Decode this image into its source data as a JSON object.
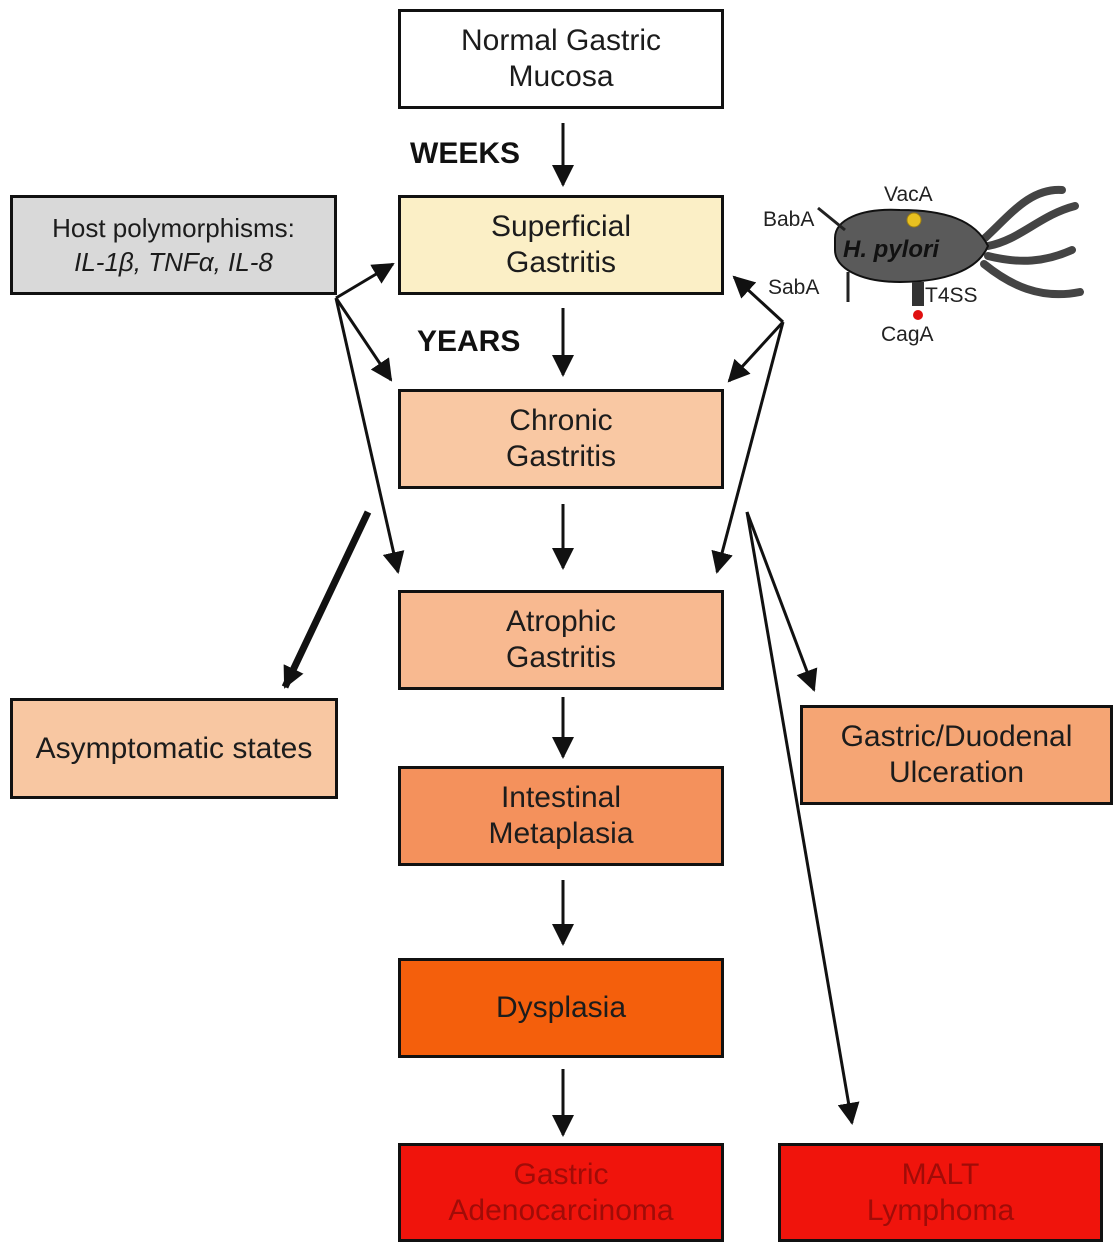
{
  "colors": {
    "normal": "#ffffff",
    "superficial": "#fbefc6",
    "chronic": "#f9c8a3",
    "atrophic": "#f8b990",
    "asymptomatic": "#f8c7a2",
    "ulceration": "#f5a574",
    "metaplasia": "#f4915c",
    "dysplasia": "#f45f0c",
    "cancer": "#f0140c",
    "cancer_text": "#a00c08",
    "host": "#d9d9d9",
    "bacterium": "#555555",
    "caga_dot": "#e01010",
    "vaca_dot": "#e8c020"
  },
  "stages": {
    "normal": "Normal Gastric\nMucosa",
    "superficial": "Superficial\nGastritis",
    "chronic": "Chronic\nGastritis",
    "atrophic": "Atrophic\nGastritis",
    "metaplasia": "Intestinal\nMetaplasia",
    "dysplasia": "Dysplasia",
    "adenocarcinoma": "Gastric\nAdenocarcinoma"
  },
  "outcomes": {
    "asymptomatic": "Asymptomatic states",
    "ulceration": "Gastric/Duodenal\nUlceration",
    "malt": "MALT\nLymphoma"
  },
  "time_labels": {
    "weeks": "WEEKS",
    "years": "YEARS"
  },
  "host": {
    "title": "Host polymorphisms:",
    "genes": "IL-1β, TNFα, IL-8"
  },
  "bacterium": {
    "name": "H. pylori",
    "factors": {
      "vaca": "VacA",
      "baba": "BabA",
      "saba": "SabA",
      "t4ss": "T4SS",
      "caga": "CagA"
    },
    "icons": [
      "flagella-icon",
      "adhesin-icon",
      "toxin-dot-icon"
    ]
  }
}
